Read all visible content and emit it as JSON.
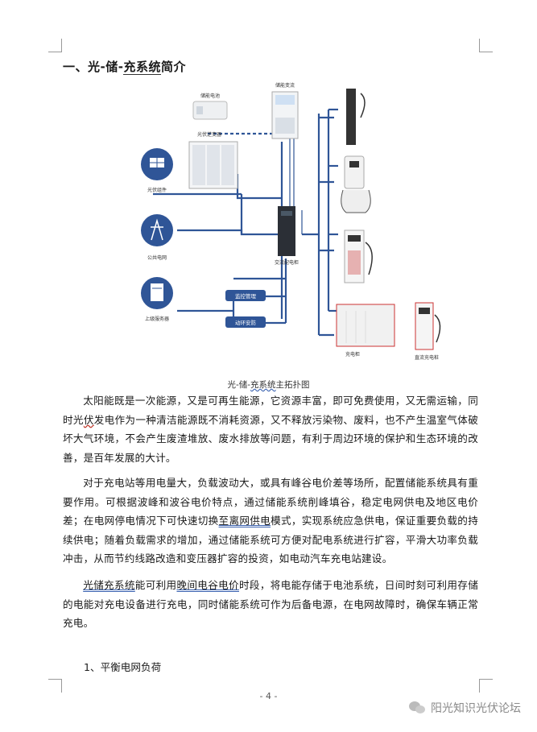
{
  "heading": {
    "prefix": "一、光-储-",
    "underlined": "充系统",
    "suffix": "简介"
  },
  "diagram": {
    "labels": {
      "storage_battery": "储能电池",
      "pcs": "储能变流",
      "pv_inverter": "光伏逆变器",
      "pv_module": "光伏组件",
      "grid": "公共电网",
      "server": "上级服务器",
      "acdc_cabinet": "交流配电柜",
      "monitor": "监控管理",
      "security": "动环安防",
      "charging_cabinet": "充电柜",
      "dc_pile": "直流充电桩"
    },
    "colors": {
      "line": "#2f5597",
      "tag": "#2f5597",
      "circle": "#2f5597"
    }
  },
  "caption": {
    "prefix": "光-储-",
    "wavy": "充系统",
    "suffix": "主拓扑图"
  },
  "paragraphs": {
    "p1": {
      "a": "太阳能既是一次能源，又是可再生能源，它资源丰富，即可免费使用，又无需运输，同时光",
      "b": "伏",
      "c": "发电作为一种清洁能源既不消耗资源，又不释放污染物、废料，也不产生温室气体破坏大气环境，不会产生废渣堆放、废水排放等问题，有利于周边环境的保护和生态环境的改善，是百年发展的大计。"
    },
    "p2": {
      "a": "对于充电站等用电量大，负载波动大，或具有峰谷电价差等场所，配置储能系统具有重要作用。可根据波峰和波谷电价特点，通过储能系统削峰填谷，稳定电网供电及地区电价差；在电网停电情况下可快速切换",
      "b": "至离网供电",
      "c": "模式，实现系统应急供电，保证重要负载的持续供电；随着负载需求的增加，通过储能系统可方便对配电系统进行扩容，平滑大功率负载冲击，从而节约线路改造和变压器扩容的投资，如电动汽车充电站建设。"
    },
    "p3": {
      "a": "光储充系统",
      "b": "能可利用",
      "c": "晚间电谷电价",
      "d": "时段，将电能存储于电池系统，日间时刻可利用存储的电能对充电设备进行充电，同时储能系统可作为后备电源，在电网故障时，确保车辆正常充电。"
    }
  },
  "subhead": "1、平衡电网负荷",
  "page_number": "- 4 -",
  "watermark": "阳光知识光伏论坛"
}
